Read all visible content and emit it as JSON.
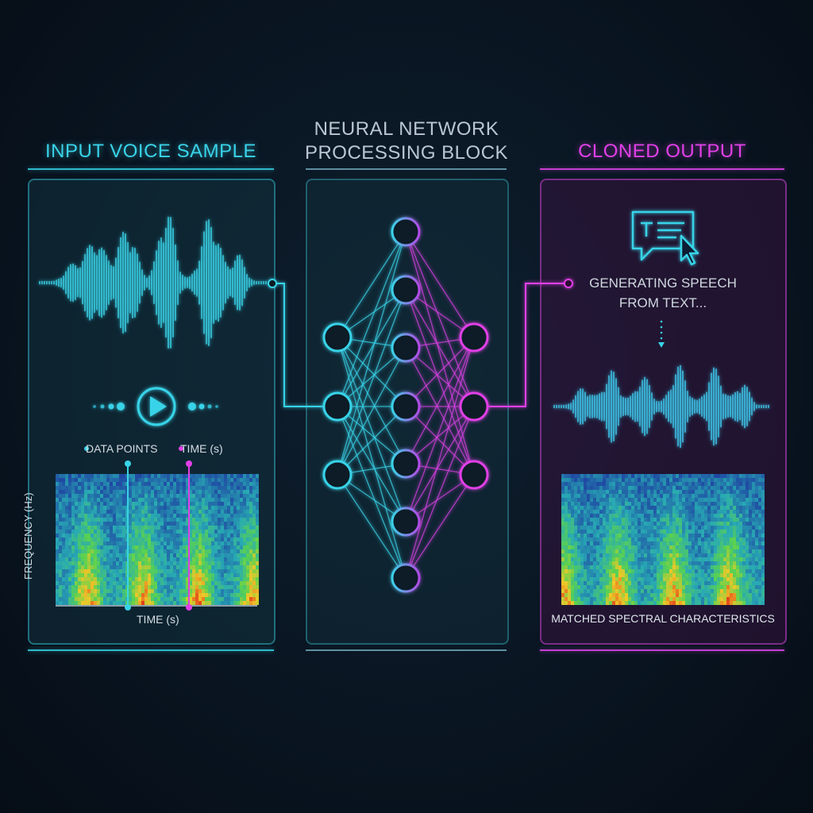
{
  "titles": {
    "input": "INPUT VOICE SAMPLE",
    "network_line1": "NEURAL NETWORK",
    "network_line2": "PROCESSING BLOCK",
    "output": "CLONED OUTPUT"
  },
  "input_panel": {
    "legend_data_points": "DATA POINTS",
    "legend_time": "TIME (s)",
    "x_axis_label": "TIME (s)",
    "y_axis_label": "FREQUENCY (Hz)"
  },
  "output_panel": {
    "status_line1": "GENERATING SPEECH",
    "status_line2": "FROM TEXT...",
    "caption": "MATCHED SPECTRAL CHARACTERISTICS"
  },
  "network": {
    "layer_sizes": [
      3,
      7,
      3
    ]
  },
  "colors": {
    "cyan": "#39d3e8",
    "magenta": "#e040e6",
    "background": "#08131f",
    "spectrogram_low": "#1a3a9a",
    "spectrogram_mid": "#3bd36a",
    "spectrogram_high": "#e23a1e"
  },
  "icons": [
    "play-icon",
    "text-to-speech-icon",
    "arrow-down-icon"
  ]
}
